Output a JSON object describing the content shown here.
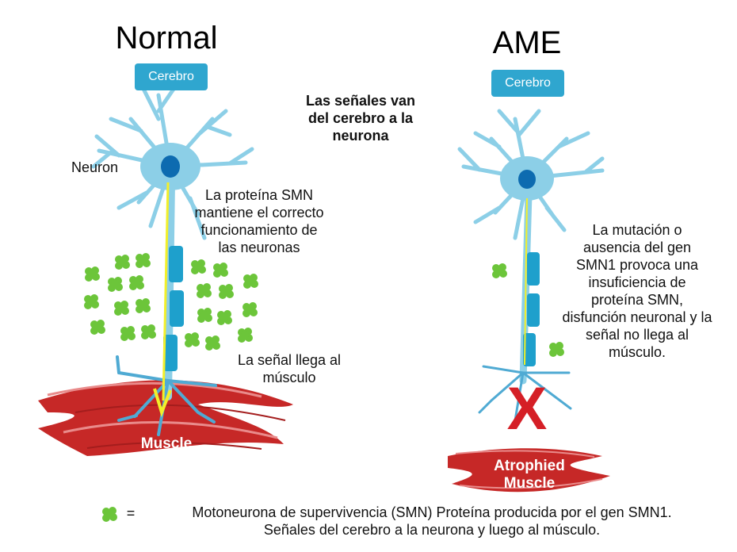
{
  "titles": {
    "normal": "Normal",
    "sma": "AME"
  },
  "labels": {
    "brain_left": "Cerebro",
    "brain_right": "Cerebro",
    "neuron": "Neuron",
    "muscle": "Muscle",
    "atrophied_muscle_1": "Atrophied",
    "atrophied_muscle_2": "Muscle",
    "blocked_mark": "X"
  },
  "notes": {
    "signals_1": "Las señales van",
    "signals_2": "del cerebro a la",
    "signals_3": "neurona",
    "smn_1": "La proteína SMN",
    "smn_2": "mantiene el correcto",
    "smn_3": "funcionamiento de",
    "smn_4": "las neuronas",
    "reach_1": "La señal llega al",
    "reach_2": "músculo",
    "mutation_1": "La mutación o",
    "mutation_2": "ausencia del gen",
    "mutation_3": "SMN1 provoca una",
    "mutation_4": "insuficiencia de",
    "mutation_5": "proteína SMN,",
    "mutation_6": "disfunción neuronal y la",
    "mutation_7": "señal no llega al",
    "mutation_8": "músculo."
  },
  "legend": {
    "equals": "=",
    "line_1": "Motoneurona de supervivencia (SMN) Proteína producida por el gen SMN1.",
    "line_2": "Señales del cerebro a la neurona y luego al músculo."
  },
  "colors": {
    "neuron": "#8ccfe7",
    "neuron_dark": "#5fb3d6",
    "nucleus": "#0d6bb0",
    "myelin": "#1ea0cc",
    "signal": "#f2ef2a",
    "protein": "#6cc53a",
    "muscle": "#c62827",
    "cross": "#d51f26"
  }
}
